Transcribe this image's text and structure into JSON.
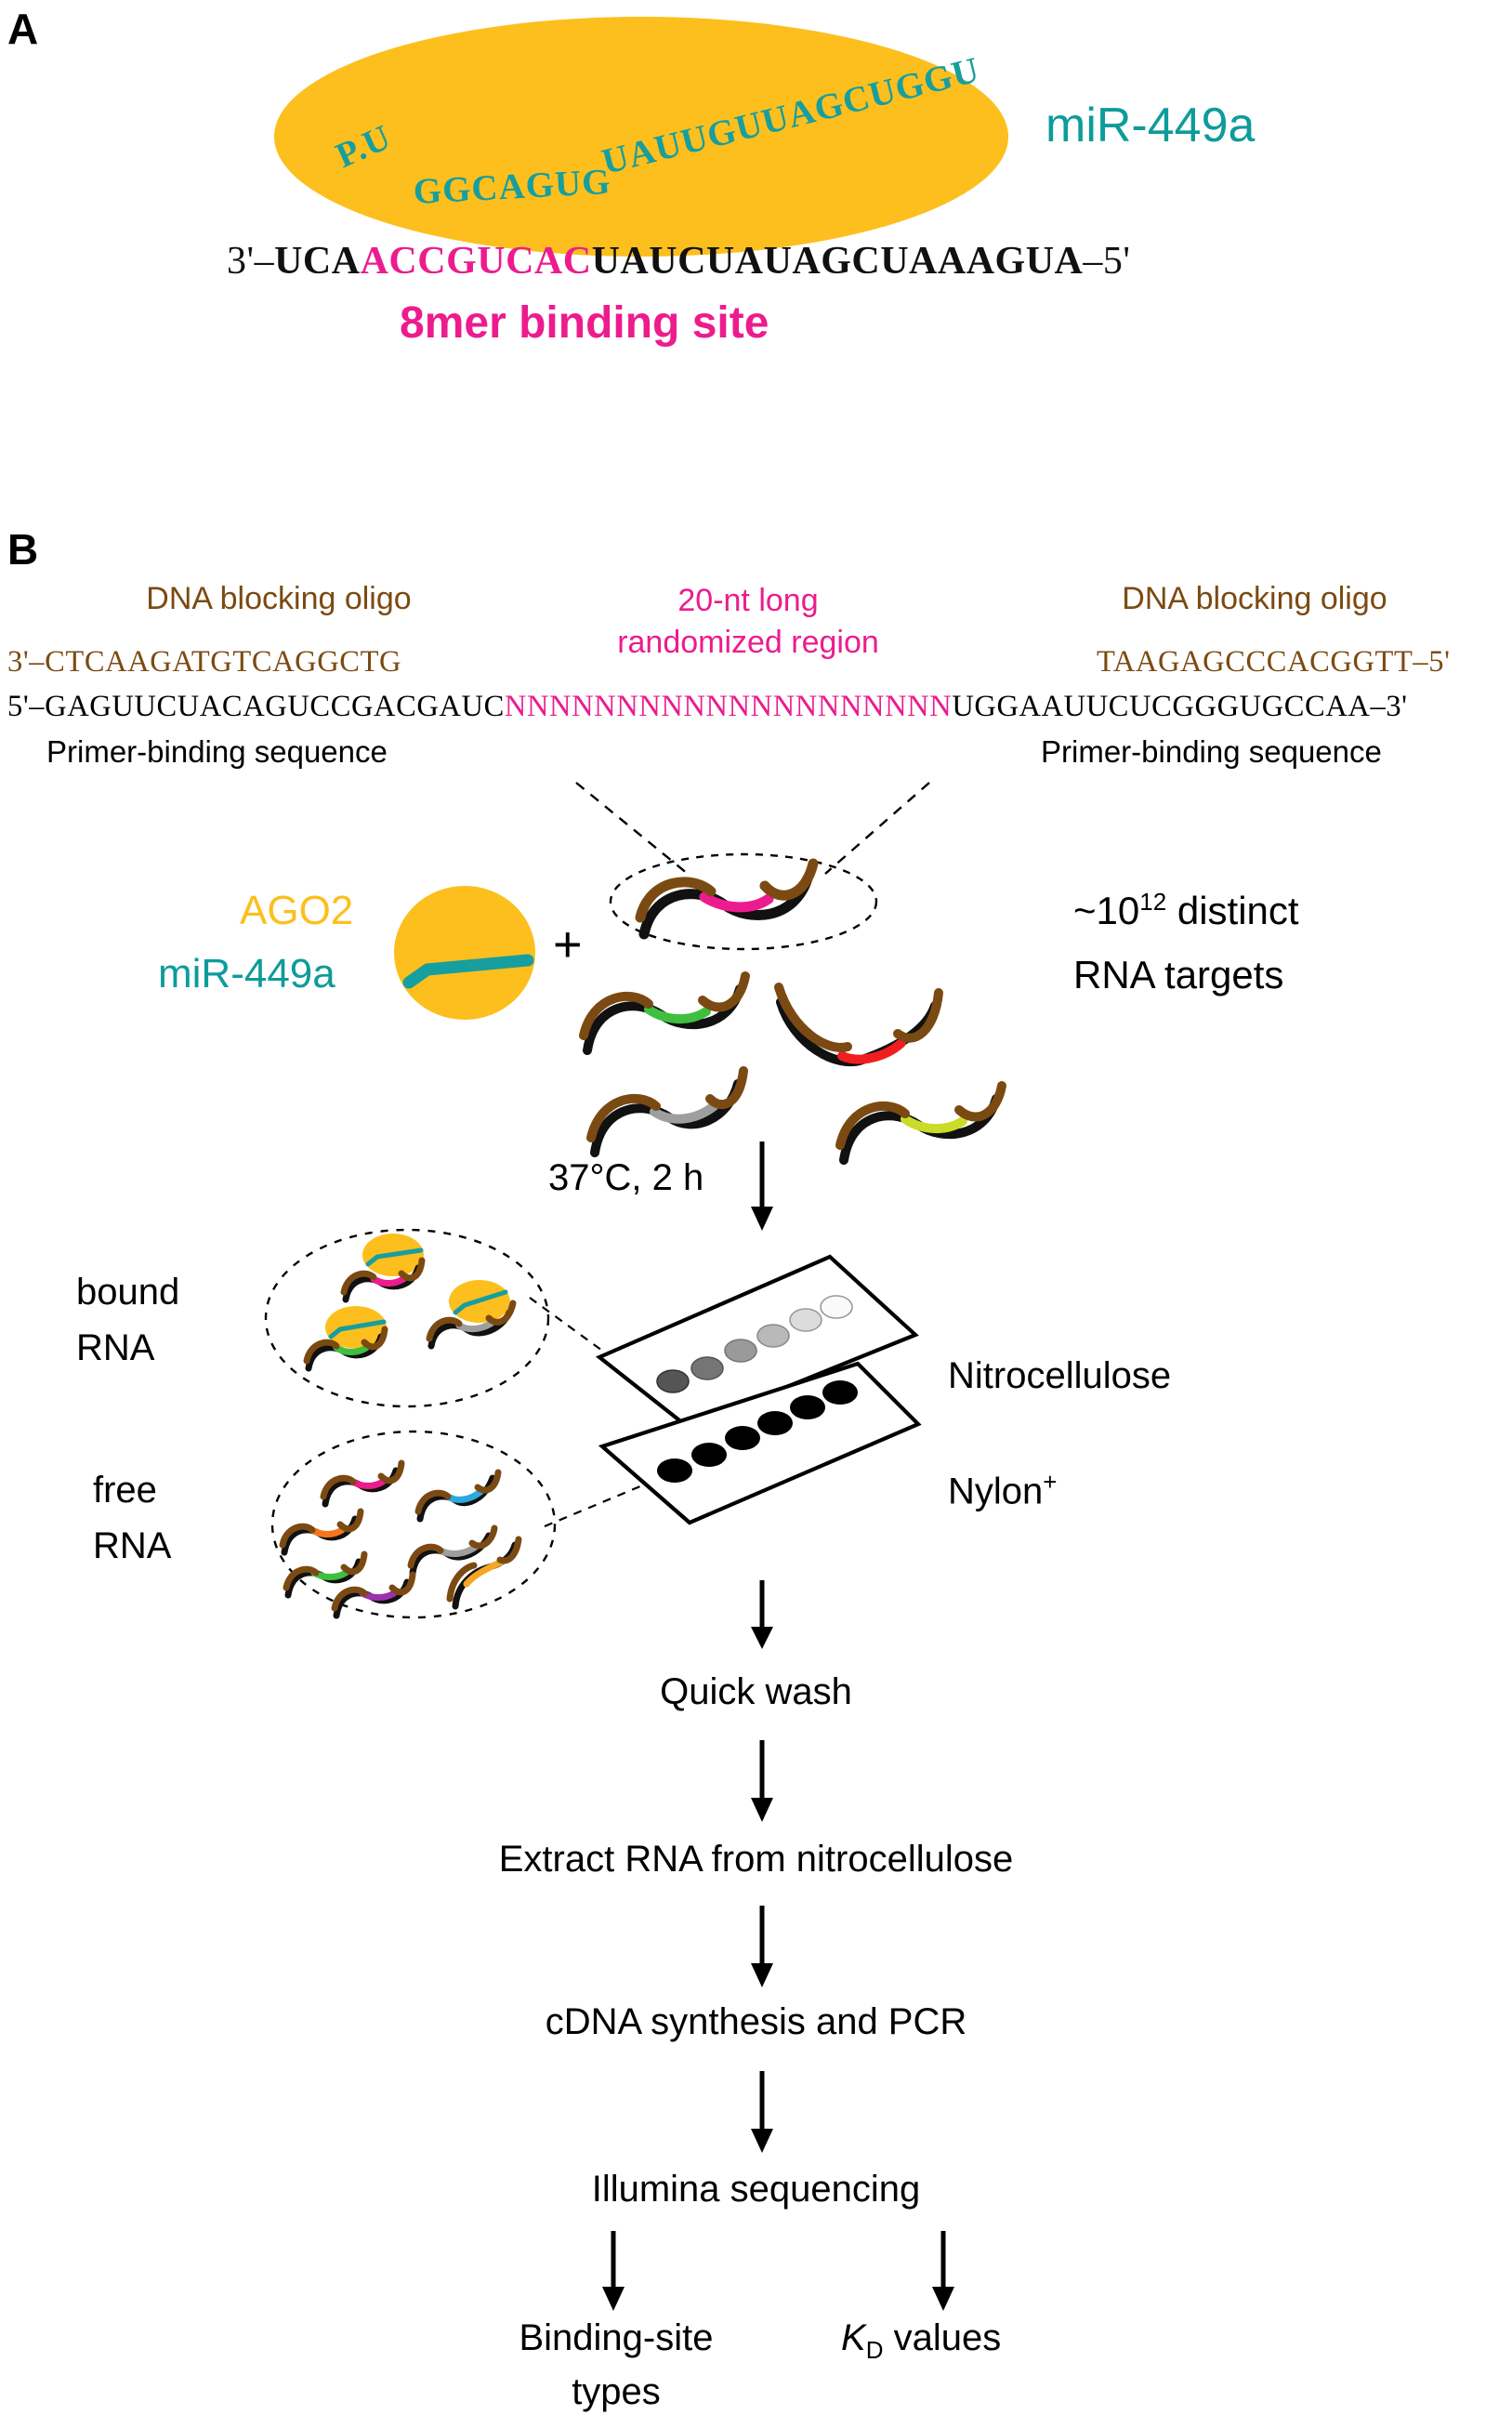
{
  "figure": {
    "panels": [
      {
        "id": "A",
        "letter": "A"
      },
      {
        "id": "B",
        "letter": "B"
      }
    ]
  },
  "panelA": {
    "letter": "A",
    "mirna_label": "miR-449a",
    "mirna_pu": "P.U",
    "mirna_seed": "GGCAGUG",
    "mirna_3p": "UAUUGUUAGCUGGU",
    "target_prefix": "3'–",
    "target_black_left": "UCA",
    "target_magenta": "ACCGUCAC",
    "target_black_right": "UAUCUAUAGCUAAAGUA",
    "target_suffix": "–5'",
    "binding_site_label": "8mer binding site",
    "colors": {
      "ago_yellow": "#FCBF1E",
      "mirna_teal": "#0E9B9B",
      "binding_magenta": "#EC1C8E"
    }
  },
  "panelB": {
    "letter": "B",
    "blocking_oligo_left_title": "DNA blocking oligo",
    "blocking_oligo_left_seq": "3'–CTCAAGATGTCAGGCTG",
    "randomized_title_line1": "20-nt long",
    "randomized_title_line2": "randomized region",
    "blocking_oligo_right_title": "DNA blocking oligo",
    "blocking_oligo_right_seq": "TAAGAGCCCACGGTT–5'",
    "main_seq_prefix": "5'–GAGUUCUACAGUCCGACGAUC",
    "main_seq_random": "NNNNNNNNNNNNNNNNNNNN",
    "main_seq_suffix": "UGGAAUUCUCGGGUGCCAA–3'",
    "primer_label_left": "Primer-binding sequence",
    "primer_label_right": "Primer-binding sequence",
    "ago2_label": "AGO2",
    "mir449a_label": "miR-449a",
    "plus_sign": "+",
    "targets_line1": "~10",
    "targets_exponent": "12",
    "targets_line1_tail": " distinct",
    "targets_line2": "RNA targets",
    "incubation_label": "37°C, 2 h",
    "bound_rna_line1": "bound",
    "bound_rna_line2": "RNA",
    "free_rna_line1": "free",
    "free_rna_line2": "RNA",
    "nitrocellulose_label": "Nitrocellulose",
    "nylon_label": "Nylon",
    "nylon_superscript": "+",
    "step_quick_wash": "Quick wash",
    "step_extract": "Extract RNA from nitrocellulose",
    "step_cdna": "cDNA synthesis and PCR",
    "step_illumina": "Illumina sequencing",
    "outcome_left_line1": "Binding-site",
    "outcome_left_line2": "types",
    "outcome_right_k": "K",
    "outcome_right_sub": "D",
    "outcome_right_tail": " values",
    "rna_segment_colors": [
      "#EC1C8E",
      "#3FBF3F",
      "#F01E1E",
      "#9E9E9E",
      "#C8DC28",
      "#2CA8E0",
      "#F4761E",
      "#9B31AC",
      "#F5A623"
    ],
    "membrane_dot_shades_nitrocellulose": [
      "#555555",
      "#757575",
      "#9A9A9A",
      "#B9B9B9",
      "#DCDCDC",
      "#FAFAFA"
    ],
    "membrane_dot_shade_nylon": "#000000",
    "colors": {
      "brown": "#7B4A12",
      "black": "#111111",
      "magenta": "#EC1C8E",
      "ago_yellow": "#FCBF1E",
      "teal": "#0E9B9B"
    }
  }
}
